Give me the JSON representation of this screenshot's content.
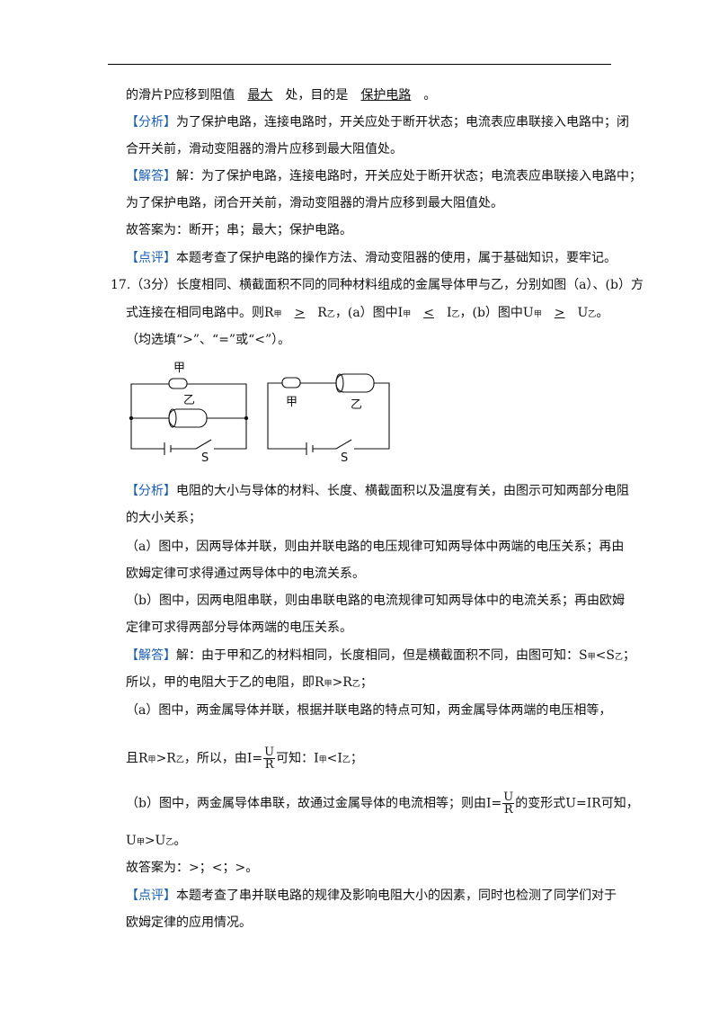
{
  "l1": {
    "t1": "的滑片P应移到阻值",
    "a1": "最大",
    "t2": "处，目的是",
    "a2": "保护电路",
    "t3": "。"
  },
  "l2": {
    "tag": "【分析】",
    "text": "为了保护电路，连接电路时，开关应处于断开状态；电流表应串联接入电路中；闭"
  },
  "l3": "合开关前，滑动变阻器的滑片应移到最大阻值处。",
  "l4": {
    "tag": "【解答】",
    "text": "解：为了保护电路，连接电路时，开关应处于断开状态；电流表应串联接入电路中；"
  },
  "l5": "为了保护电路，闭合开关前，滑动变阻器的滑片应移到最大阻值处。",
  "l6": "故答案为：断开；串；最大；保护电路。",
  "l7": {
    "tag": "【点评】",
    "text": "本题考查了保护电路的操作方法、滑动变阻器的使用，属于基础知识，要牢记。"
  },
  "q17": {
    "line1": "17.（3分）长度相同、横截面积不同的同种材料组成的金属导体甲与乙，分别如图（a）、(b）方",
    "r": "R",
    "jia": "甲",
    "yi": "乙",
    "p1": "式连接在相同电路中。则",
    "a1": ">",
    "p2": "，(a）图中I",
    "a2": "<",
    "p3": "，(b）图中U",
    "a3": ">",
    "i": "I",
    "u": "U",
    "end": "。",
    "line3": "（均选填“>”、“=”或“<”）。"
  },
  "figure": {
    "label_jia": "甲",
    "label_yi": "乙",
    "label_s": "S"
  },
  "an": {
    "tag": "【分析】",
    "l1": "电阻的大小与导体的材料、长度、横截面积以及温度有关，由图示可知两部分电阻",
    "l2": "的大小关系；",
    "l3": "（a）图中，因两导体并联，则由并联电路的电压规律可知两导体中两端的电压关系；再由",
    "l4": "欧姆定律可求得通过两导体中的电流关系。",
    "l5": "（b）图中，因两电阻串联，则由串联电路的电流规律可知两导体中的电流关系；再由欧姆",
    "l6": "定律可求得两部分导体两端的电压关系。"
  },
  "so": {
    "tag": "【解答】",
    "l1": "解：由于甲和乙的材料相同，长度相同，但是横截面积不同，由图可知：S",
    "lt": "<S",
    "l2a": "所以，甲的电阻大于乙的电阻，即R",
    "gt": ">R",
    "semi": "；",
    "l3": "（a）图中，两金属导体并联，根据并联电路的特点可知，两金属导体两端的电压相等，",
    "l4a": "且R",
    "l4b": "，所以，由I=",
    "l4c": "可知：I",
    "l4d": "<I",
    "fu": "U",
    "fr": "R",
    "l5a": "（b）图中，两金属导体串联，故通过金属导体的电流相等；则由I=",
    "l5b": "的变形式U=IR可知，",
    "l6a": "U",
    "l6b": ">U",
    "l6c": "。",
    "l7": "故答案为：>；<；>。"
  },
  "rv": {
    "tag": "【点评】",
    "l1": "本题考查了串并联电路的规律及影响电阻大小的因素，同时也检测了同学们对于",
    "l2": "欧姆定律的应用情况。"
  }
}
